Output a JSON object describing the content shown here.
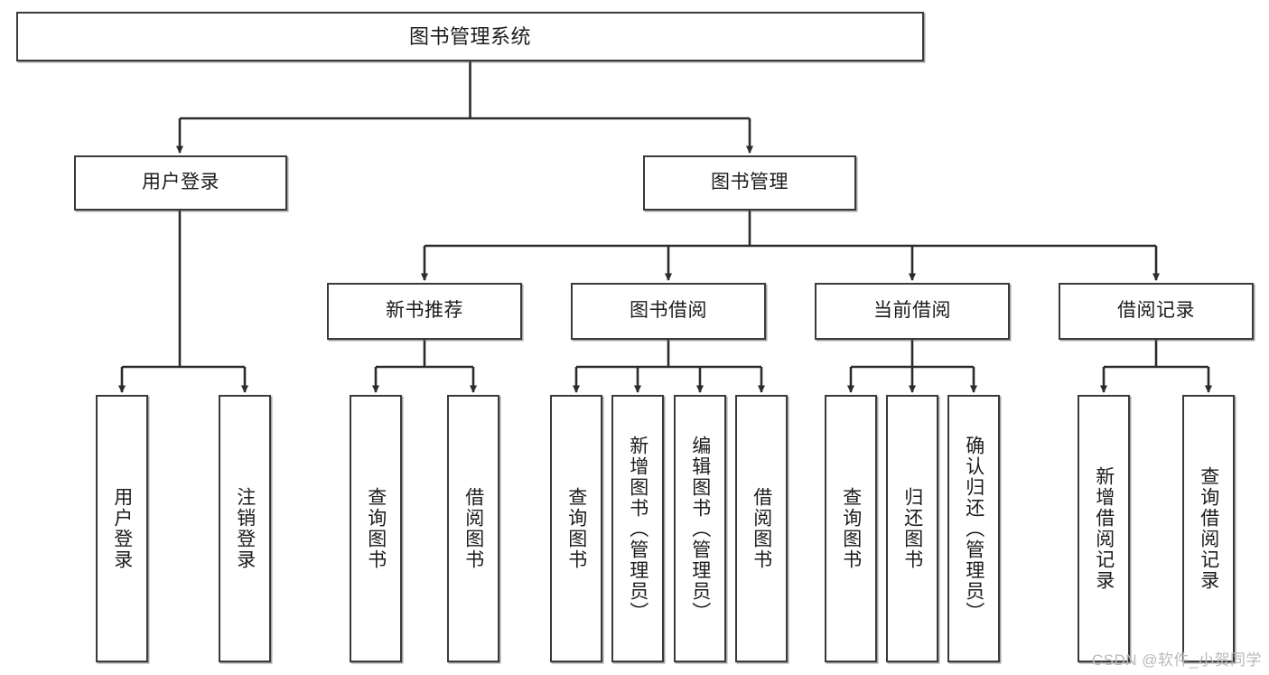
{
  "diagram": {
    "title": "图书管理系统",
    "type": "tree-hierarchy-chart",
    "colors": {
      "box_border": "#3a3a3a",
      "box_fill": "#ffffff",
      "edge": "#2b2b2b",
      "watermark": "#b9b9b9"
    },
    "nodes": {
      "root": {
        "label": "图书管理系统"
      },
      "level2": [
        {
          "id": "user-login",
          "label": "用户登录"
        },
        {
          "id": "book-management",
          "label": "图书管理"
        }
      ],
      "level3": [
        {
          "id": "new-book-recommend",
          "label": "新书推荐"
        },
        {
          "id": "book-borrow",
          "label": "图书借阅"
        },
        {
          "id": "current-borrow",
          "label": "当前借阅"
        },
        {
          "id": "borrow-record",
          "label": "借阅记录"
        }
      ],
      "leaves": {
        "user_login": [
          {
            "id": "leaf-user-login",
            "label": "用户登录"
          },
          {
            "id": "leaf-logout-login",
            "label": "注销登录"
          }
        ],
        "new_book_recommend": [
          {
            "id": "leaf-query-book-1",
            "label": "查询图书"
          },
          {
            "id": "leaf-borrow-book-1",
            "label": "借阅图书"
          }
        ],
        "book_borrow": [
          {
            "id": "leaf-query-book-2",
            "label": "查询图书"
          },
          {
            "id": "leaf-add-book",
            "label": "新增图书（管理员）"
          },
          {
            "id": "leaf-edit-book",
            "label": "编辑图书（管理员）"
          },
          {
            "id": "leaf-borrow-book-2",
            "label": "借阅图书"
          }
        ],
        "current_borrow": [
          {
            "id": "leaf-query-book-3",
            "label": "查询图书"
          },
          {
            "id": "leaf-return-book",
            "label": "归还图书"
          },
          {
            "id": "leaf-confirm-return",
            "label": "确认归还（管理员）"
          }
        ],
        "borrow_record": [
          {
            "id": "leaf-add-record",
            "label": "新增借阅记录"
          },
          {
            "id": "leaf-query-record",
            "label": "查询借阅记录"
          }
        ]
      }
    },
    "watermark": "CSDN @软件_小贺同学"
  }
}
